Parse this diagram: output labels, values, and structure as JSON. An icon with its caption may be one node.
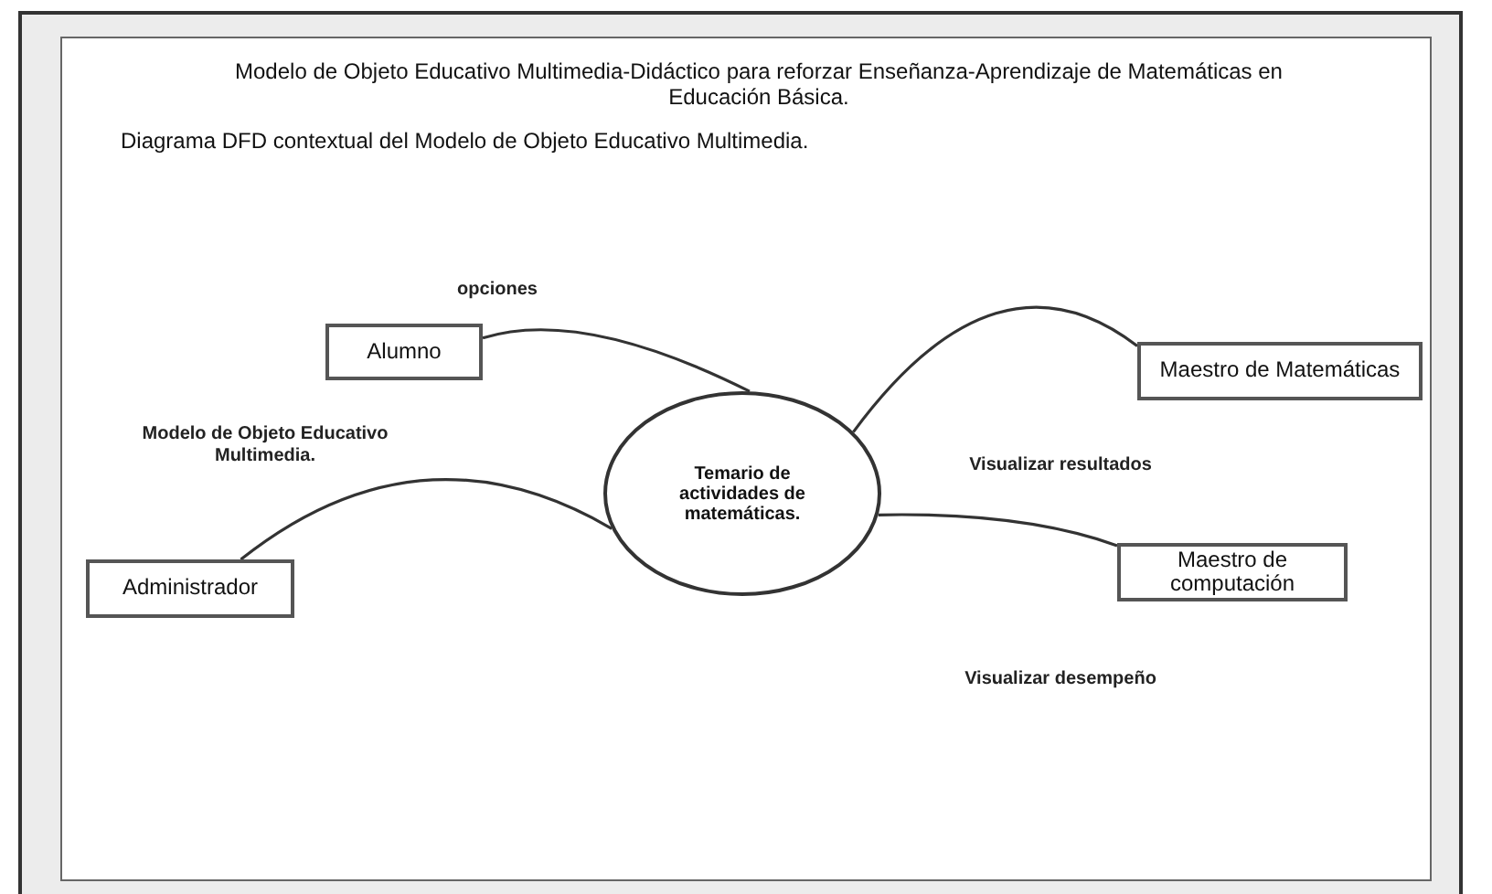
{
  "diagram": {
    "title": "Modelo de Objeto Educativo Multimedia-Didáctico para reforzar Enseñanza-Aprendizaje de Matemáticas en Educación Básica.",
    "caption": "Diagrama DFD contextual del Modelo de Objeto Educativo Multimedia.",
    "nodes": [
      {
        "text": [
          "Alumno"
        ]
      },
      {
        "text": [
          "Maestro de Matemáticas"
        ]
      },
      {
        "text": [
          "Temario de actividades de matemáticas."
        ]
      },
      {
        "text": [
          "Administrador"
        ]
      },
      {
        "text": [
          "Maestro de computación"
        ]
      }
    ],
    "edges": [
      {
        "from": 0,
        "to": 2,
        "arrow": "none",
        "label": "opciones"
      },
      {
        "from": 2,
        "to": 1,
        "arrow": "none"
      },
      {
        "from": 3,
        "to": 2,
        "arrow": "none",
        "label": "Modelo de Objeto Educativo Multimedia."
      },
      {
        "from": 2,
        "to": 4,
        "arrow": "none"
      }
    ],
    "labels": [
      "Visualizar resultados",
      "Visualizar desempeño"
    ]
  }
}
